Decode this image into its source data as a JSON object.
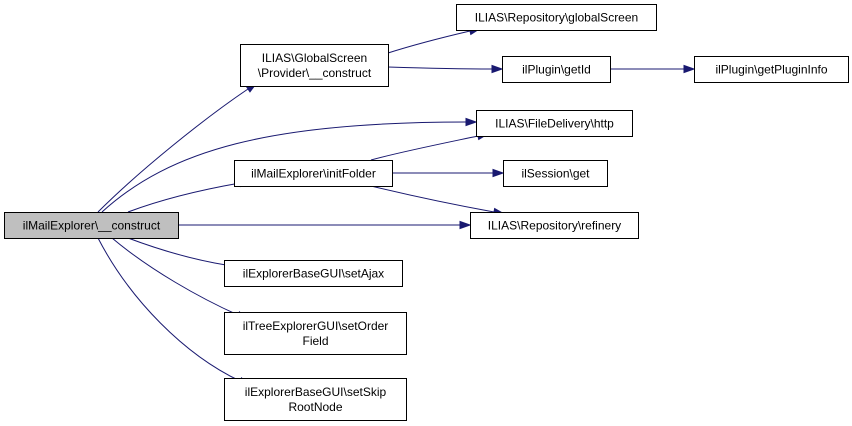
{
  "colors": {
    "edge": "#191970",
    "root_fill": "#bfbfbf",
    "node_fill": "#ffffff",
    "border": "#000000"
  },
  "nodes": [
    {
      "id": "mail_construct",
      "lines": [
        "ilMailExplorer\\__construct"
      ],
      "root": true
    },
    {
      "id": "gs_provider_construct",
      "lines": [
        "ILIAS\\GlobalScreen",
        "\\Provider\\__construct"
      ]
    },
    {
      "id": "repo_globalscreen",
      "lines": [
        "ILIAS\\Repository\\globalScreen"
      ]
    },
    {
      "id": "plugin_getid",
      "lines": [
        "ilPlugin\\getId"
      ]
    },
    {
      "id": "plugin_getplugininfo",
      "lines": [
        "ilPlugin\\getPluginInfo"
      ]
    },
    {
      "id": "filedelivery_http",
      "lines": [
        "ILIAS\\FileDelivery\\http"
      ]
    },
    {
      "id": "mail_initfolder",
      "lines": [
        "ilMailExplorer\\initFolder"
      ]
    },
    {
      "id": "session_get",
      "lines": [
        "ilSession\\get"
      ]
    },
    {
      "id": "repo_refinery",
      "lines": [
        "ILIAS\\Repository\\refinery"
      ]
    },
    {
      "id": "explorer_setajax",
      "lines": [
        "ilExplorerBaseGUI\\setAjax"
      ]
    },
    {
      "id": "tree_setorderfield",
      "lines": [
        "ilTreeExplorerGUI\\setOrder",
        "Field"
      ]
    },
    {
      "id": "explorer_setskiprootnode",
      "lines": [
        "ilExplorerBaseGUI\\setSkip",
        "RootNode"
      ]
    }
  ],
  "edges": [
    {
      "from": "mail_construct",
      "to": "gs_provider_construct"
    },
    {
      "from": "mail_construct",
      "to": "filedelivery_http"
    },
    {
      "from": "mail_construct",
      "to": "mail_initfolder"
    },
    {
      "from": "mail_construct",
      "to": "repo_refinery"
    },
    {
      "from": "mail_construct",
      "to": "explorer_setajax"
    },
    {
      "from": "mail_construct",
      "to": "tree_setorderfield"
    },
    {
      "from": "mail_construct",
      "to": "explorer_setskiprootnode"
    },
    {
      "from": "gs_provider_construct",
      "to": "repo_globalscreen"
    },
    {
      "from": "gs_provider_construct",
      "to": "plugin_getid"
    },
    {
      "from": "plugin_getid",
      "to": "plugin_getplugininfo"
    },
    {
      "from": "mail_initfolder",
      "to": "filedelivery_http"
    },
    {
      "from": "mail_initfolder",
      "to": "session_get"
    },
    {
      "from": "mail_initfolder",
      "to": "repo_refinery"
    }
  ]
}
